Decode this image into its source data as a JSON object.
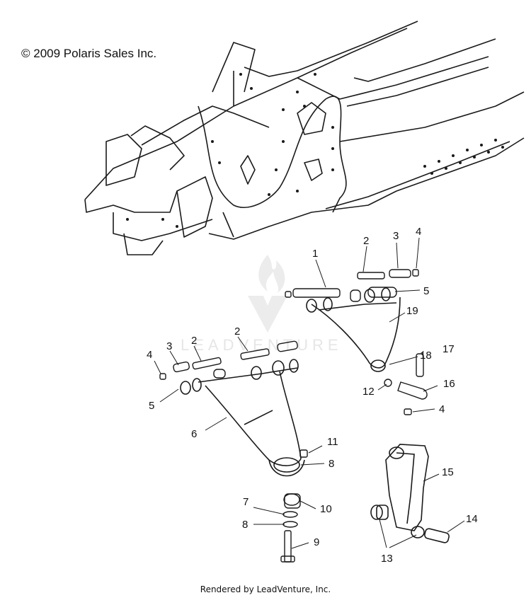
{
  "copyright": "© 2009 Polaris Sales Inc.",
  "footer": "Rendered by LeadVenture, Inc.",
  "watermark": "LEADVENTURE",
  "callouts": [
    "1",
    "2",
    "3",
    "4",
    "5",
    "2",
    "3",
    "2",
    "4",
    "5",
    "19",
    "18",
    "17",
    "12",
    "16",
    "4",
    "6",
    "11",
    "8",
    "15",
    "7",
    "10",
    "8",
    "9",
    "13",
    "14"
  ],
  "colors": {
    "line": "#1a1a1a",
    "watermark": "#e6e6e6",
    "background": "#ffffff"
  }
}
